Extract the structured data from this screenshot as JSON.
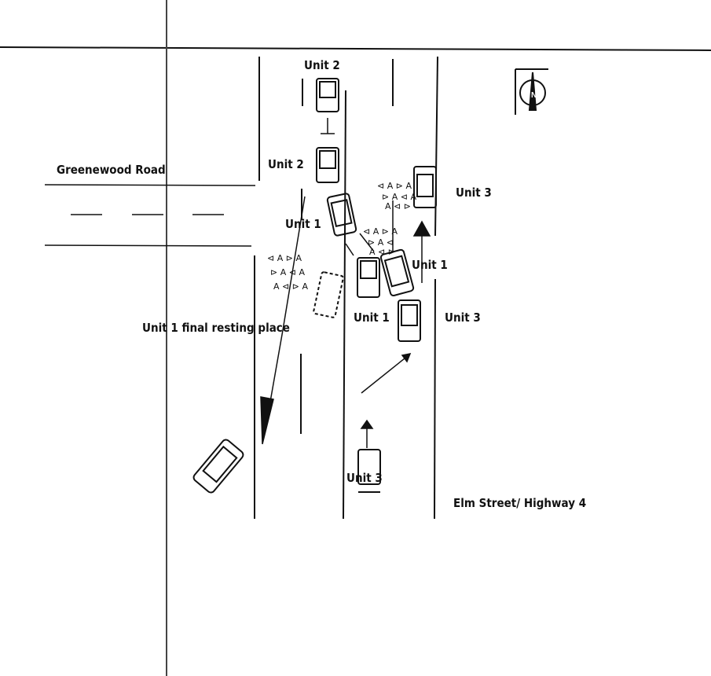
{
  "diagram": {
    "roads": {
      "cross_street": "Greenewood Road",
      "main_street": "Elm Street/ Highway 4"
    },
    "labels": {
      "unit2_top": "Unit 2",
      "unit2_mid": "Unit 2",
      "unit1_impact": "Unit 1",
      "unit1_right": "Unit 1",
      "unit1_bottom": "Unit 1",
      "unit3_top": "Unit 3",
      "unit3_mid": "Unit 3",
      "unit3_bottom": "Unit 3",
      "final_rest": "Unit 1 final resting place"
    },
    "compass": "N",
    "colors": {
      "ink": "#111111",
      "background": "#ffffff"
    }
  }
}
